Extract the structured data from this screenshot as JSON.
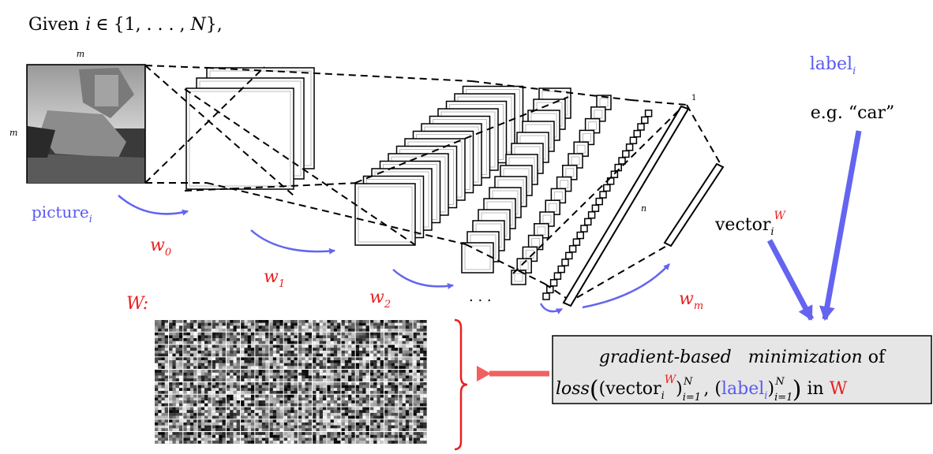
{
  "given": {
    "prefix": "Given",
    "var": "i",
    "rel": "∈",
    "set_open": "{",
    "set_body": "1, . . . , ",
    "set_N": "N",
    "set_close": "},"
  },
  "picture": {
    "dim_top": "m",
    "dim_left": "m",
    "label": "picture",
    "label_sub": "i"
  },
  "weights": [
    {
      "base": "w",
      "sub": "0"
    },
    {
      "base": "w",
      "sub": "1"
    },
    {
      "base": "w",
      "sub": "2"
    },
    {
      "base": "w",
      "sub": "m"
    }
  ],
  "ellipsis": ". . .",
  "layer_dims": {
    "top": "1",
    "side": "n"
  },
  "label_block": {
    "word": "label",
    "sub": "i",
    "example": "e.g. “car”"
  },
  "vector": {
    "word": "vector",
    "sub": "i",
    "sup": "W"
  },
  "W_label": "W:",
  "minimization": {
    "line1_italic": "gradient-based   minimization",
    "line1_of": " of",
    "loss": "loss",
    "vector_word": "vector",
    "vector_sub": "i",
    "vector_sup": "W",
    "range_sub": "i=1",
    "range_sup": "N",
    "label_word": "label",
    "label_sub": "i",
    "in": " in ",
    "W": "W"
  },
  "colors": {
    "blue": "#5a5af0",
    "red": "#e82020",
    "arrow_blue": "#6464f0",
    "arrow_red": "#f06060",
    "box_fill": "#e6e6e6"
  }
}
